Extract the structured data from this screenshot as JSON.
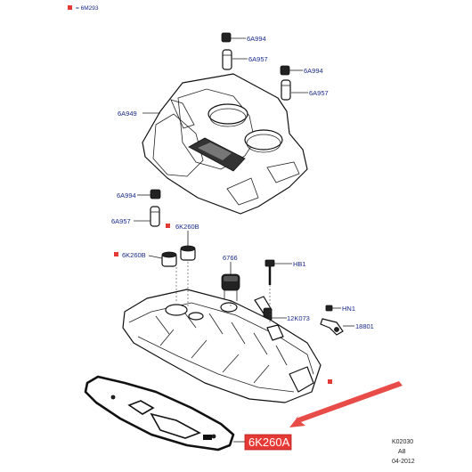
{
  "legend": {
    "text": "= 6M293",
    "color": "#e53935"
  },
  "parts": {
    "cover": "6A949",
    "stud_top_1": "6A994",
    "bolt_top_1": "6A957",
    "stud_top_2": "6A994",
    "bolt_top_2": "6A957",
    "stud_left": "6A994",
    "bolt_left": "6A957",
    "grommet_top": "6K260B",
    "grommet_left": "6K260B",
    "oil_cap": "6766",
    "bolt_right": "HB1",
    "sensor": "12K073",
    "nut": "HN1",
    "bracket": "18801",
    "gasket": "6K260A"
  },
  "footer": {
    "code": "K02030",
    "rev": "A8",
    "date": "04-2012"
  },
  "colors": {
    "marker": "#e53935",
    "highlight": "#e53935",
    "label": "#1a2a8a"
  }
}
